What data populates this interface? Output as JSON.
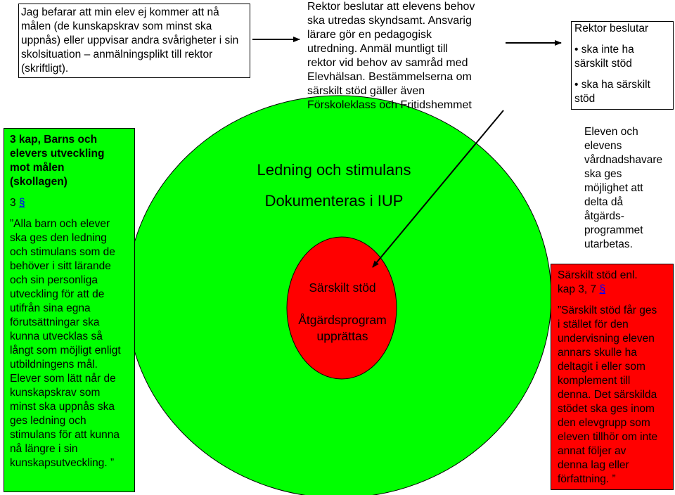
{
  "top_left": {
    "lines": [
      "Jag befarar att min elev ej kommer att nå",
      "målen (de kunskapskrav som minst ska",
      "uppnås) eller uppvisar andra svårigheter i sin",
      "skolsituation – anmälningsplikt till rektor",
      "(skriftligt)."
    ]
  },
  "top_mid": {
    "lines": [
      "Rektor beslutar att elevens behov",
      "ska utredas skyndsamt. Ansvarig",
      "lärare gör en pedagogisk",
      "utredning. Anmäl muntligt till",
      "rektor vid behov av samråd  med",
      "Elevhälsan. Bestämmelserna om",
      "särskilt stöd gäller även",
      "Förskoleklass och Fritidshemmet"
    ]
  },
  "top_right": {
    "heading": "Rektor beslutar",
    "bullet1_lines": [
      "• ska inte ha",
      "särskilt stöd"
    ],
    "bullet2_lines": [
      "• ska ha särskilt",
      "stöd"
    ]
  },
  "left_box": {
    "title_lines": [
      "3 kap, Barns och",
      "elevers utveckling",
      "mot målen",
      "(skollagen)"
    ],
    "para_num": "3",
    "para_sign": "§",
    "body_lines": [
      "”Alla barn och elever",
      "ska ges den ledning",
      "och stimulans som de",
      "behöver i sitt lärande",
      "och sin personliga",
      "utveckling för att de",
      "utifrån sina egna",
      "förutsättningar ska",
      "kunna utvecklas så",
      "långt som möjligt enligt",
      "utbildningens mål.",
      "Elever som lätt når de",
      "kunskapskrav som",
      "minst ska uppnås ska",
      "ges ledning och",
      "stimulans för att kunna",
      "nå längre i sin",
      "kunskapsutveckling. ”"
    ]
  },
  "circles": {
    "outer_line1": "Ledning och stimulans",
    "outer_line2": "Dokumenteras i IUP",
    "inner_line1": "Särskilt stöd",
    "inner_line2": "Åtgärdsprogram",
    "inner_line3": "upprättas",
    "outer_color": "#00ff00",
    "inner_color": "#ff0000"
  },
  "right_top": {
    "lines": [
      "Eleven och",
      "elevens",
      "vårdnadshavare",
      "ska ges",
      "möjlighet att",
      "delta då",
      "åtgärds-",
      "programmet",
      "utarbetas."
    ]
  },
  "right_red": {
    "heading_line1": "Särskilt stöd enl.",
    "heading_line2": "kap 3, 7",
    "heading_sign": "§",
    "body_lines": [
      "”Särskilt stöd får ges",
      "i stället för den",
      "undervisning eleven",
      "annars skulle ha",
      "deltagit i eller som",
      "komplement till",
      "denna. Det särskilda",
      "stödet ska ges inom",
      "den elevgrupp som",
      "eleven tillhör om inte",
      "annat följer av",
      "denna lag eller",
      "författning. ”"
    ]
  }
}
